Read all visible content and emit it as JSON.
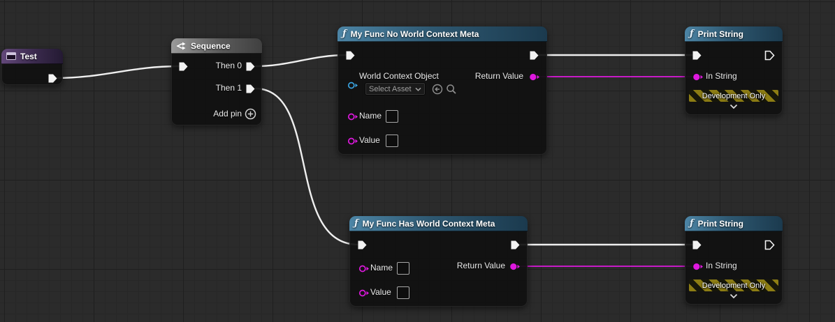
{
  "graph": {
    "nodes": {
      "test": {
        "title": "Test"
      },
      "sequence": {
        "title": "Sequence",
        "then0": "Then 0",
        "then1": "Then 1",
        "add_pin": "Add pin"
      },
      "func_no_world": {
        "title": "My Func No World Context Meta",
        "world_context_label": "World Context Object",
        "asset_picker": "Select Asset",
        "name_label": "Name",
        "name_value": "",
        "value_label": "Value",
        "value_value": "",
        "return_label": "Return Value"
      },
      "func_has_world": {
        "title": "My Func Has World Context Meta",
        "name_label": "Name",
        "name_value": "",
        "value_label": "Value",
        "value_value": "",
        "return_label": "Return Value"
      },
      "print_string_top": {
        "title": "Print String",
        "in_string_label": "In String",
        "dev_only_label": "Development Only"
      },
      "print_string_bottom": {
        "title": "Print String",
        "in_string_label": "In String",
        "dev_only_label": "Development Only"
      }
    },
    "colors": {
      "exec_wire": "#efefef",
      "string_wire": "#de18de",
      "string_pin": "#de18de",
      "object_pin": "#3aa3e0",
      "pin_white": "#f2f2f2",
      "background": "#2b2b2b"
    }
  }
}
